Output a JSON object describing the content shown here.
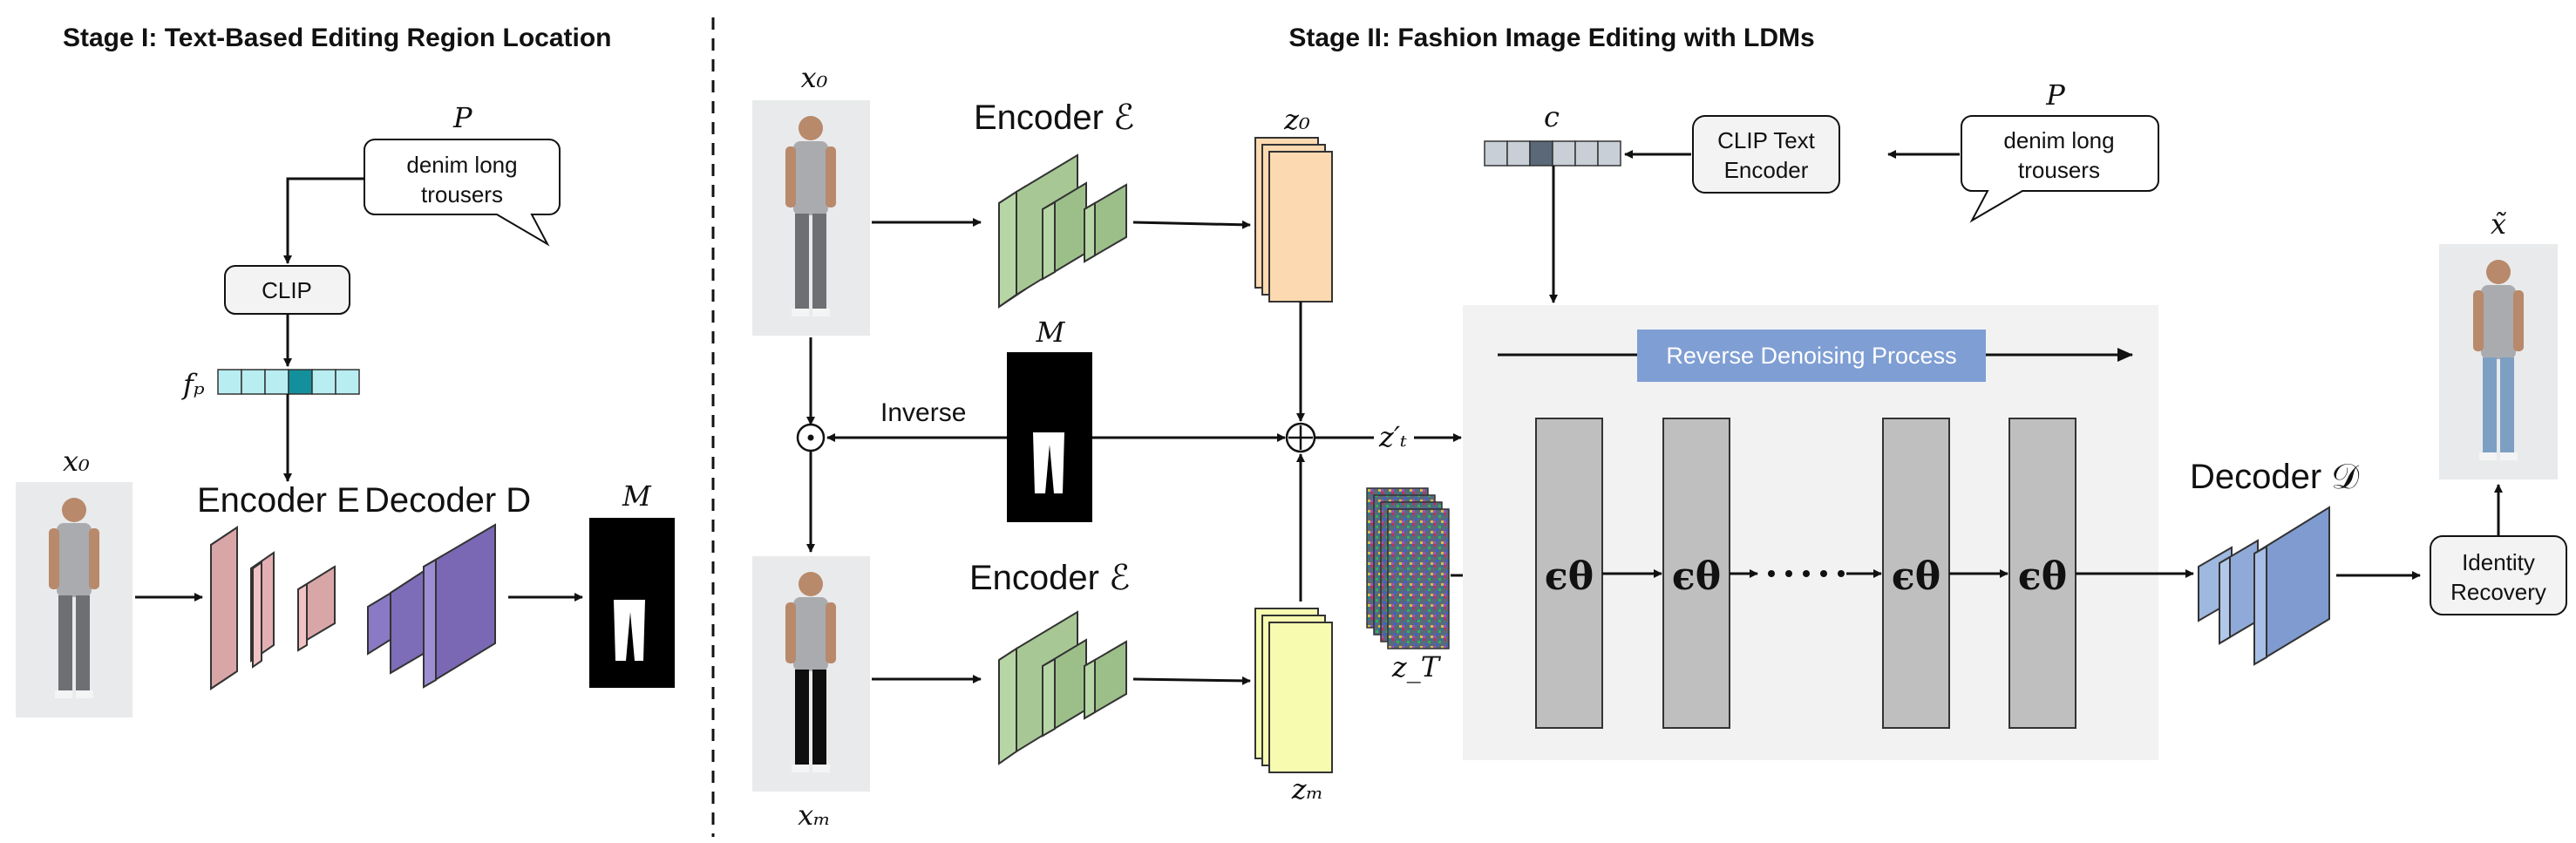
{
  "stage1": {
    "title": "Stage I: Text-Based Editing Region Location",
    "prompt_symbol": "P",
    "prompt_lines": [
      "denim long",
      "trousers"
    ],
    "clip_label": "CLIP",
    "fp_symbol": "fₚ",
    "x0_symbol": "x₀",
    "encoder_label": "Encoder E",
    "decoder_label": "Decoder D",
    "mask_symbol": "M"
  },
  "stage2": {
    "title": "Stage II: Fashion Image Editing with LDMs",
    "x0_symbol": "x₀",
    "xm_symbol": "xₘ",
    "encoder_label": "Encoder ℰ",
    "z0_symbol": "z₀",
    "zm_symbol": "zₘ",
    "mask_symbol": "M",
    "inverse_label": "Inverse",
    "zt_prime_symbol": "z′ₜ",
    "zT_symbol": "z_T",
    "c_symbol": "c",
    "clip_text_encoder_lines": [
      "CLIP Text",
      "Encoder"
    ],
    "prompt_symbol": "P",
    "prompt_lines": [
      "denim long",
      "trousers"
    ],
    "reverse_process_label": "Reverse Denoising Process",
    "epsilon_label": "ϵθ",
    "decoder_label": "Decoder 𝒟",
    "identity_recovery_lines": [
      "Identity",
      "Recovery"
    ],
    "x_tilde_symbol": "x̃"
  }
}
